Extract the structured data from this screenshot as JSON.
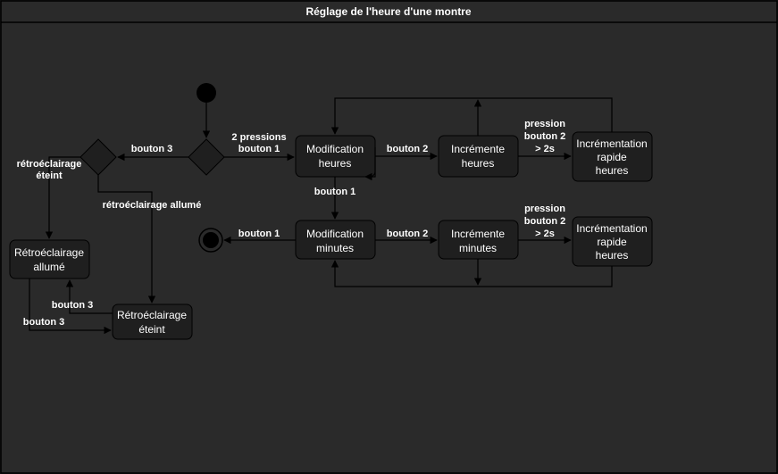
{
  "title": "Réglage de l'heure d'une montre",
  "colors": {
    "background": "#2a2a2a",
    "border": "#000000",
    "node_fill": "#1f1f1f",
    "text": "#ffffff",
    "line": "#000000"
  },
  "nodes": {
    "modif_heures": [
      "Modification",
      "heures"
    ],
    "incr_heures": [
      "Incrémente",
      "heures"
    ],
    "incr_rapide_heures": [
      "Incrémentation",
      "rapide",
      "heures"
    ],
    "modif_minutes": [
      "Modification",
      "minutes"
    ],
    "incr_minutes": [
      "Incrémente",
      "minutes"
    ],
    "incr_rapide_minutes": [
      "Incrémentation",
      "rapide",
      "heures"
    ],
    "retro_allume": [
      "Rétroéclairage",
      "allumé"
    ],
    "retro_eteint": [
      "Rétroéclairage",
      "éteint"
    ]
  },
  "edges": {
    "deux_pressions": [
      "2 pressions",
      "bouton 1"
    ],
    "bouton3_decision": "bouton 3",
    "retro_eteint_branch": [
      "rétroéclairage",
      "éteint"
    ],
    "retro_allume_branch": "rétroéclairage allumé",
    "bouton2_heures": "bouton 2",
    "pression_heures": [
      "pression",
      "bouton 2",
      "> 2s"
    ],
    "bouton1_down": "bouton 1",
    "bouton1_final": "bouton 1",
    "bouton2_minutes": "bouton 2",
    "pression_minutes": [
      "pression",
      "bouton 2",
      "> 2s"
    ],
    "bouton3_up": "bouton 3",
    "bouton3_down": "bouton 3"
  }
}
